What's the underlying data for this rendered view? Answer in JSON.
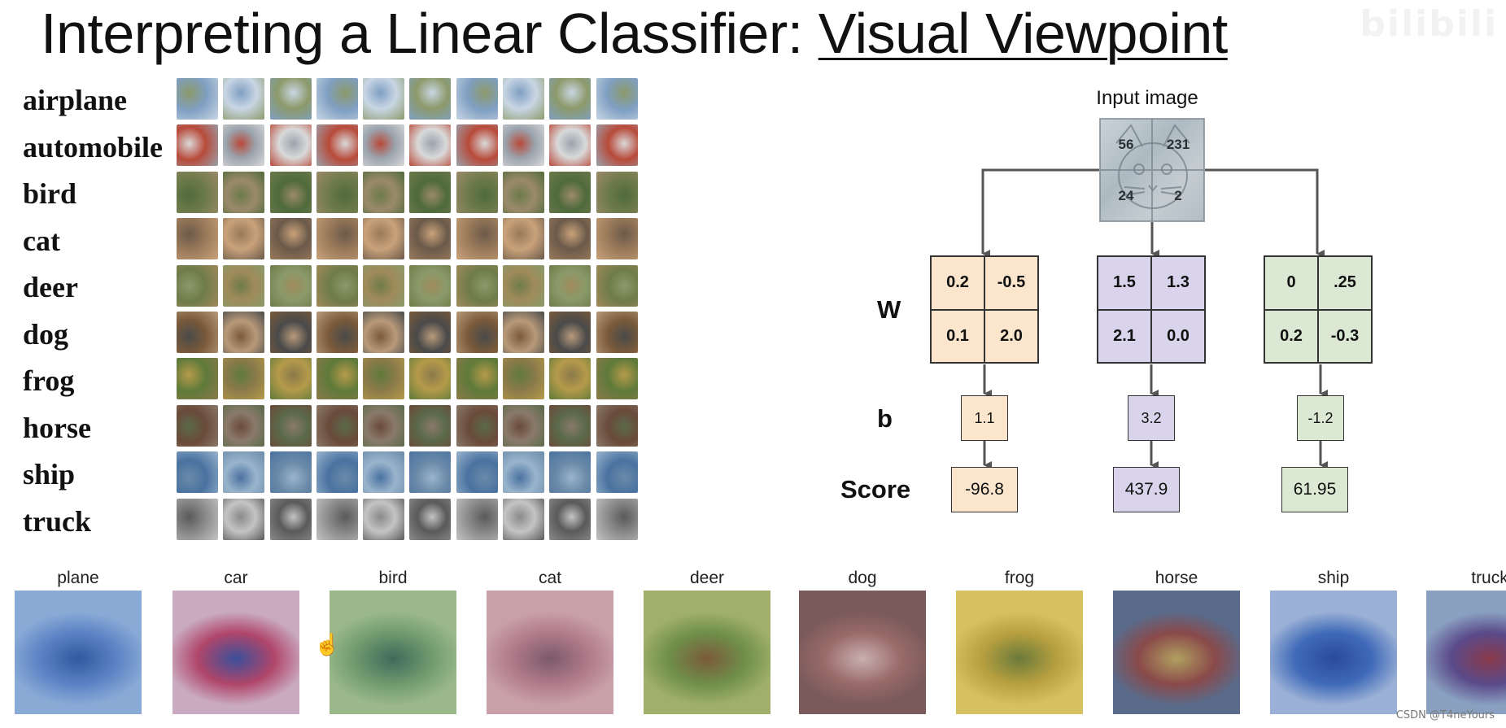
{
  "title": {
    "prefix": "Interpreting a Linear Classifier: ",
    "emphasis": "Visual Viewpoint"
  },
  "watermark": {
    "top_right": "bilibili",
    "credit": "CSDN @T4neYours"
  },
  "classes": [
    "airplane",
    "automobile",
    "bird",
    "cat",
    "deer",
    "dog",
    "frog",
    "horse",
    "ship",
    "truck"
  ],
  "class_palettes": [
    [
      "#7f9fc2",
      "#c9d6e4",
      "#8c9a6a"
    ],
    [
      "#b84a3a",
      "#9aa3ad",
      "#d9d9d9"
    ],
    [
      "#6d7a4a",
      "#9b8a6a",
      "#4f6a3c"
    ],
    [
      "#9a7a5a",
      "#c9a27a",
      "#6b5a4a"
    ],
    [
      "#6f7b4a",
      "#a08a5a",
      "#8a9a6a"
    ],
    [
      "#7a5a3a",
      "#b89a7a",
      "#4a4a4a"
    ],
    [
      "#5f7a3a",
      "#8a7a4a",
      "#b59a4a"
    ],
    [
      "#6a4a3a",
      "#8a7a6a",
      "#5a6a4a"
    ],
    [
      "#4a72a0",
      "#9ab4cc",
      "#6a8aa8"
    ],
    [
      "#8a8a8a",
      "#c4c4c4",
      "#5a5a5a"
    ]
  ],
  "diagram": {
    "input_label": "Input image",
    "pixels": [
      "56",
      "231",
      "24",
      "2"
    ],
    "w_label": "W",
    "b_label": "b",
    "score_label": "Score",
    "weights": [
      [
        "0.2",
        "-0.5",
        "0.1",
        "2.0"
      ],
      [
        "1.5",
        "1.3",
        "2.1",
        "0.0"
      ],
      [
        "0",
        ".25",
        "0.2",
        "-0.3"
      ]
    ],
    "biases": [
      "1.1",
      "3.2",
      "-1.2"
    ],
    "scores": [
      "-96.8",
      "437.9",
      "61.95"
    ],
    "colors": [
      "#fbe5cd",
      "#d9d4ec",
      "#dbe9d4"
    ]
  },
  "templates": [
    {
      "label": "plane",
      "colors": [
        "#5b82c4",
        "#2f5aa0",
        "#8aaad6"
      ]
    },
    {
      "label": "car",
      "colors": [
        "#b0466a",
        "#3a4f9a",
        "#c9aac0"
      ]
    },
    {
      "label": "bird",
      "colors": [
        "#6f9a6e",
        "#3f6a5a",
        "#9ab88a"
      ]
    },
    {
      "label": "cat",
      "colors": [
        "#b07a8a",
        "#7a5a6a",
        "#c9a0a8"
      ]
    },
    {
      "label": "deer",
      "colors": [
        "#6f8f4a",
        "#7a5a3a",
        "#a0b06a"
      ]
    },
    {
      "label": "dog",
      "colors": [
        "#9a6a6a",
        "#c9b0b0",
        "#7a5a5a"
      ]
    },
    {
      "label": "frog",
      "colors": [
        "#b8a040",
        "#6a7a3a",
        "#d6c060"
      ]
    },
    {
      "label": "horse",
      "colors": [
        "#8a4a4a",
        "#b0a060",
        "#5a6a8a"
      ]
    },
    {
      "label": "ship",
      "colors": [
        "#3f6ab8",
        "#2a4a9a",
        "#9ab0d6"
      ]
    },
    {
      "label": "truck",
      "colors": [
        "#5a4a8a",
        "#8a3a4a",
        "#8aa0c0"
      ]
    }
  ]
}
